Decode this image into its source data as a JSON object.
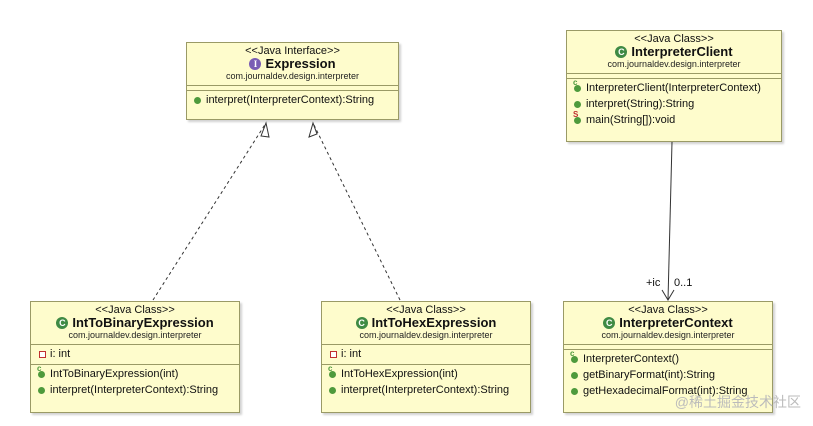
{
  "diagram": {
    "expression": {
      "stereotype": "<<Java Interface>>",
      "icon": "I",
      "name": "Expression",
      "package": "com.journaldev.design.interpreter",
      "operations": [
        "interpret(InterpreterContext):String"
      ]
    },
    "interpreter_client": {
      "stereotype": "<<Java Class>>",
      "icon": "C",
      "name": "InterpreterClient",
      "package": "com.journaldev.design.interpreter",
      "operations": [
        "InterpreterClient(InterpreterContext)",
        "interpret(String):String",
        "main(String[]):void"
      ]
    },
    "int_to_binary": {
      "stereotype": "<<Java Class>>",
      "icon": "C",
      "name": "IntToBinaryExpression",
      "package": "com.journaldev.design.interpreter",
      "fields": [
        "i: int"
      ],
      "operations": [
        "IntToBinaryExpression(int)",
        "interpret(InterpreterContext):String"
      ]
    },
    "int_to_hex": {
      "stereotype": "<<Java Class>>",
      "icon": "C",
      "name": "IntToHexExpression",
      "package": "com.journaldev.design.interpreter",
      "fields": [
        "i: int"
      ],
      "operations": [
        "IntToHexExpression(int)",
        "interpret(InterpreterContext):String"
      ]
    },
    "interpreter_context": {
      "stereotype": "<<Java Class>>",
      "icon": "C",
      "name": "InterpreterContext",
      "package": "com.journaldev.design.interpreter",
      "operations": [
        "InterpreterContext()",
        "getBinaryFormat(int):String",
        "getHexadecimalFormat(int):String"
      ]
    },
    "association": {
      "role": "+ic",
      "multiplicity": "0..1"
    },
    "modifier_marks": {
      "constructor": "c",
      "static": "S"
    },
    "colors": {
      "box_fill": "#fefccc",
      "box_border": "#9a9a66",
      "public_dot": "#4e9a3c",
      "private_mark": "#c03030",
      "class_badge": "#3f8a44",
      "interface_badge": "#7a5db4"
    }
  },
  "watermark": "@稀土掘金技术社区"
}
